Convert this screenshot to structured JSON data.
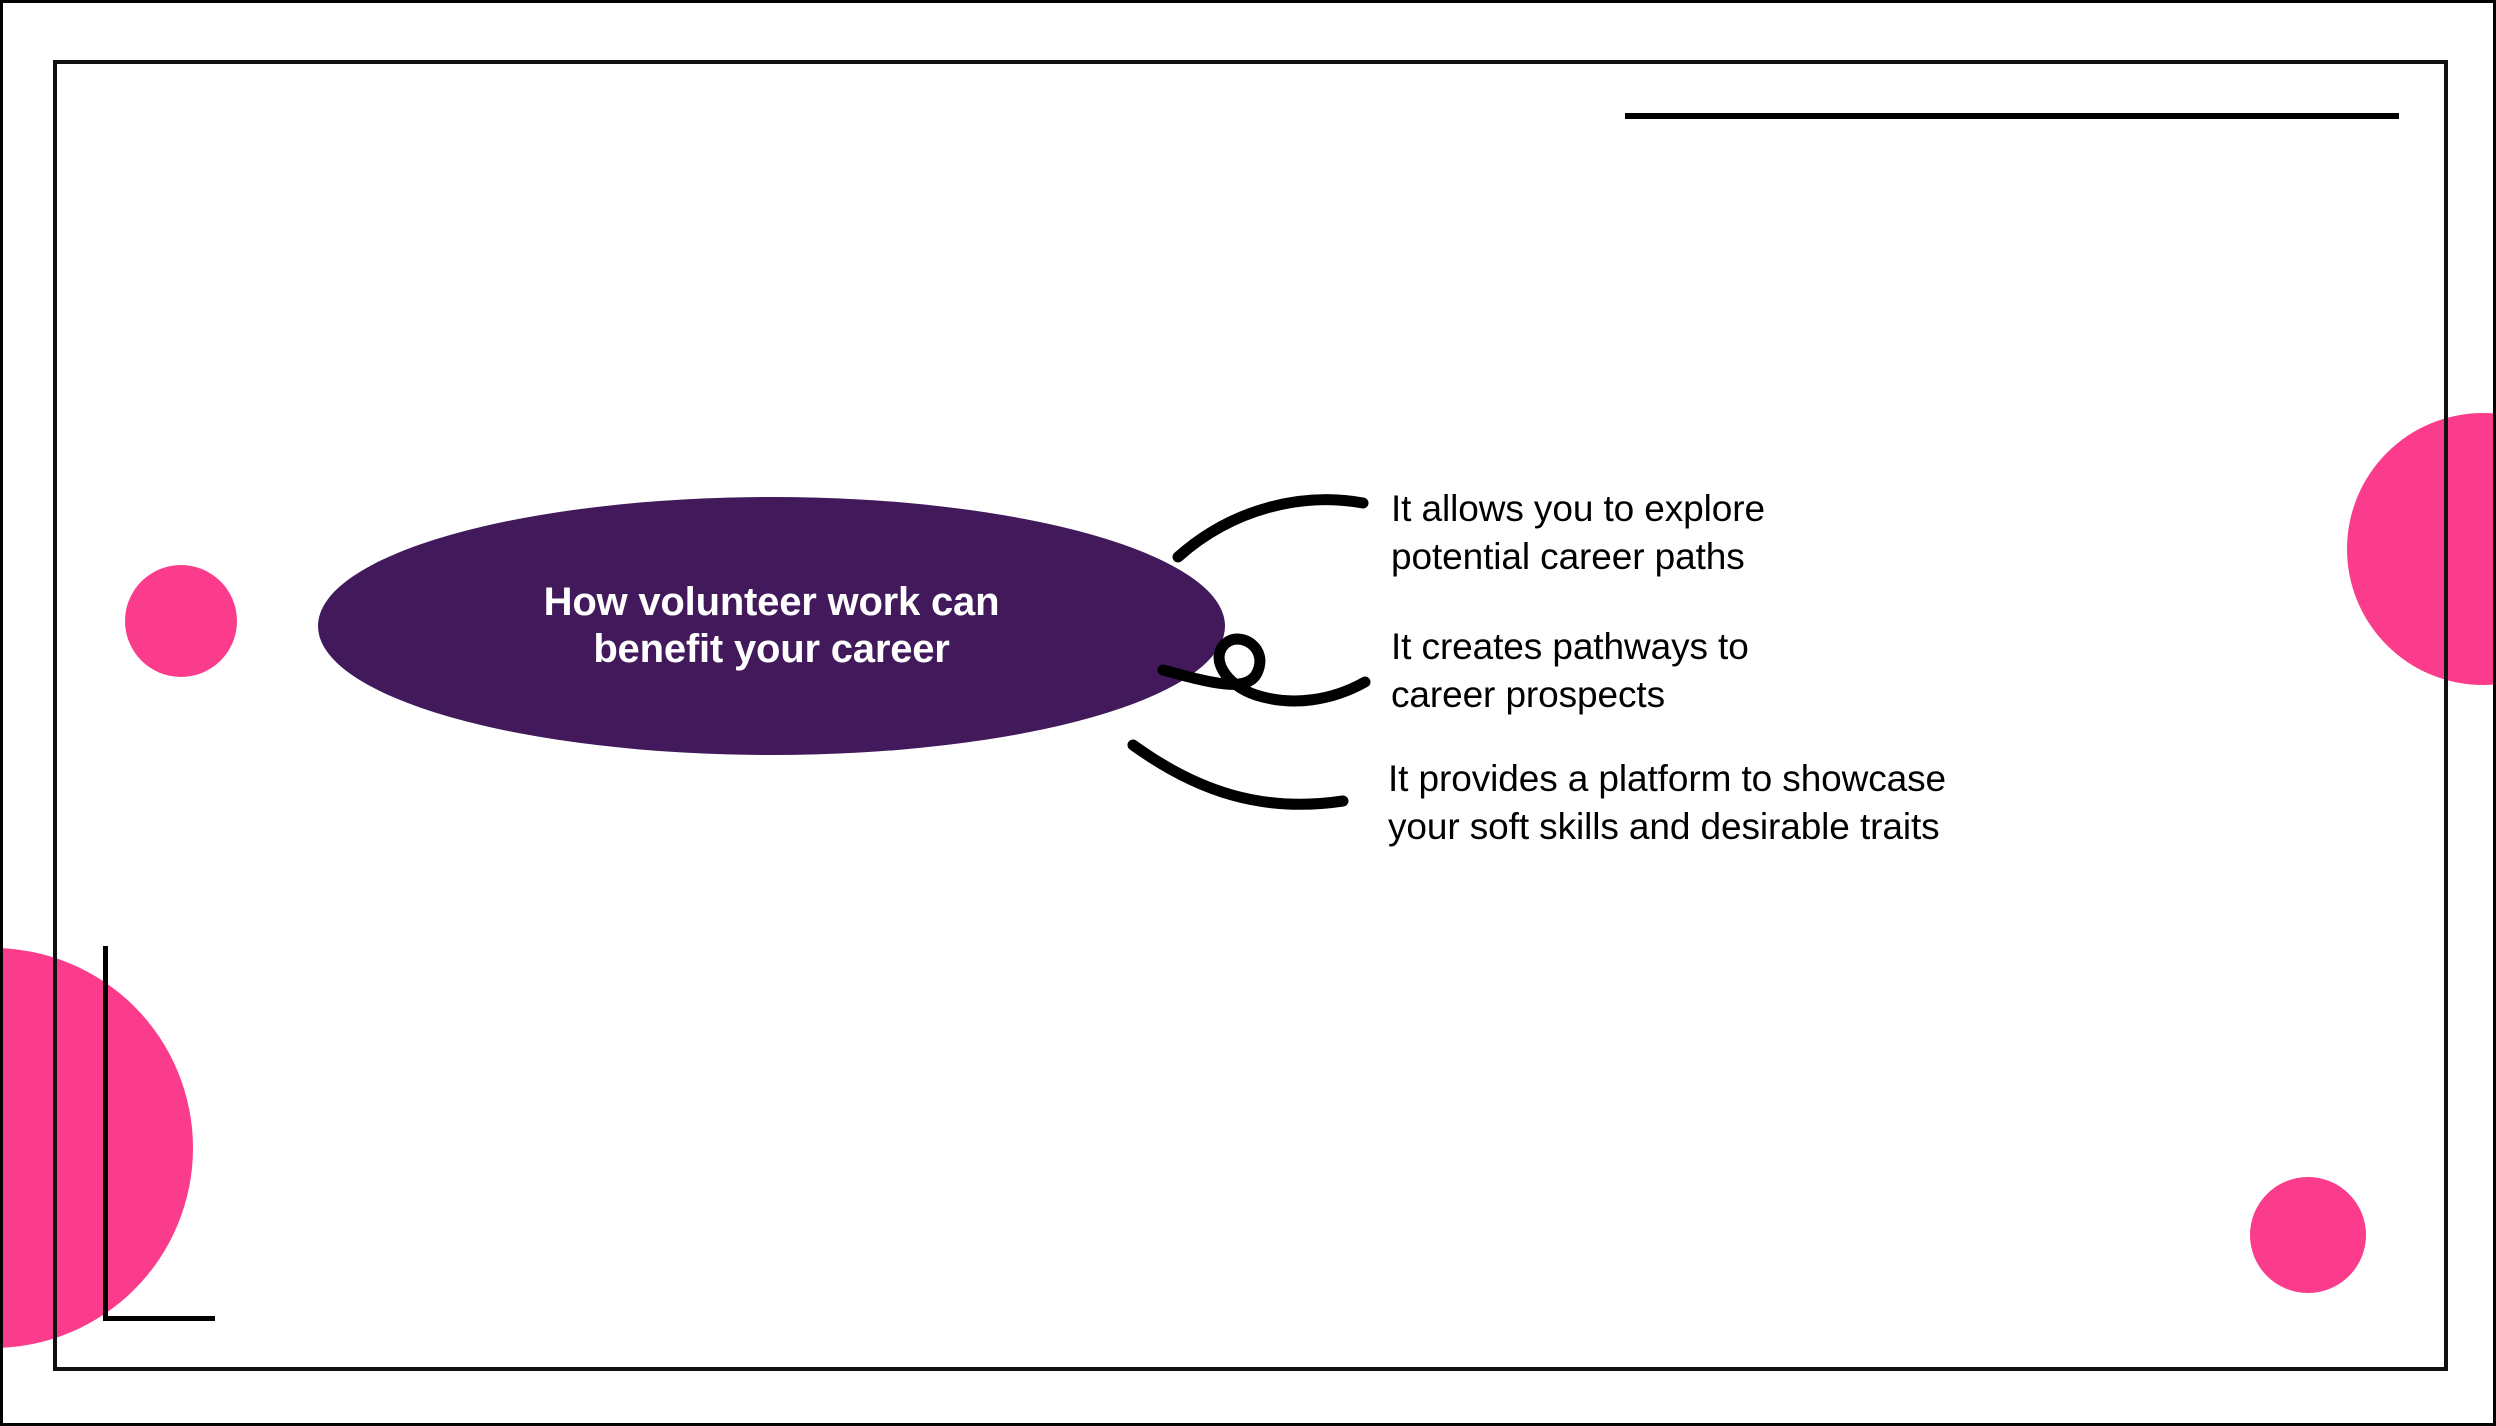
{
  "slide": {
    "title": "How volunteer work can benefit your career",
    "background_color": "#ffffff"
  },
  "theme": {
    "node_fill": "#421A5B",
    "node_text_color": "#ffffff",
    "accent_pink": "#FB3C8C",
    "line_color": "#000000",
    "frame_color": "#111111"
  },
  "central_node": {
    "label": "How volunteer work can\nbenefit your career"
  },
  "branches": [
    {
      "id": "branch-0",
      "text": "It allows you to explore\npotential career paths"
    },
    {
      "id": "branch-1",
      "text": "It creates pathways to\ncareer prospects"
    },
    {
      "id": "branch-2",
      "text": "It provides a platform to showcase\nyour soft skills and desirable traits"
    }
  ],
  "decorations": {
    "top_right_rule": "horizontal-accent-line",
    "bottom_left_bracket": "corner-bracket-line",
    "circles": [
      {
        "name": "blob-left-small",
        "color": "#FB3C8C"
      },
      {
        "name": "blob-left-large",
        "color": "#FB3C8C"
      },
      {
        "name": "blob-right-large",
        "color": "#FB3C8C"
      },
      {
        "name": "blob-right-small",
        "color": "#FB3C8C"
      }
    ]
  },
  "chart_data": {
    "type": "diagram",
    "diagram_type": "mind-map",
    "title": "How volunteer work can benefit your career",
    "center": "How volunteer work can benefit your career",
    "nodes": [
      "It allows you to explore potential career paths",
      "It creates pathways to career prospects",
      "It provides a platform to showcase your soft skills and desirable traits"
    ],
    "edges": [
      {
        "from": "center",
        "to": "It allows you to explore potential career paths",
        "style": "hand-drawn-curve"
      },
      {
        "from": "center",
        "to": "It creates pathways to career prospects",
        "style": "hand-drawn-curve-with-loop"
      },
      {
        "from": "center",
        "to": "It provides a platform to showcase your soft skills and desirable traits",
        "style": "hand-drawn-curve"
      }
    ]
  }
}
